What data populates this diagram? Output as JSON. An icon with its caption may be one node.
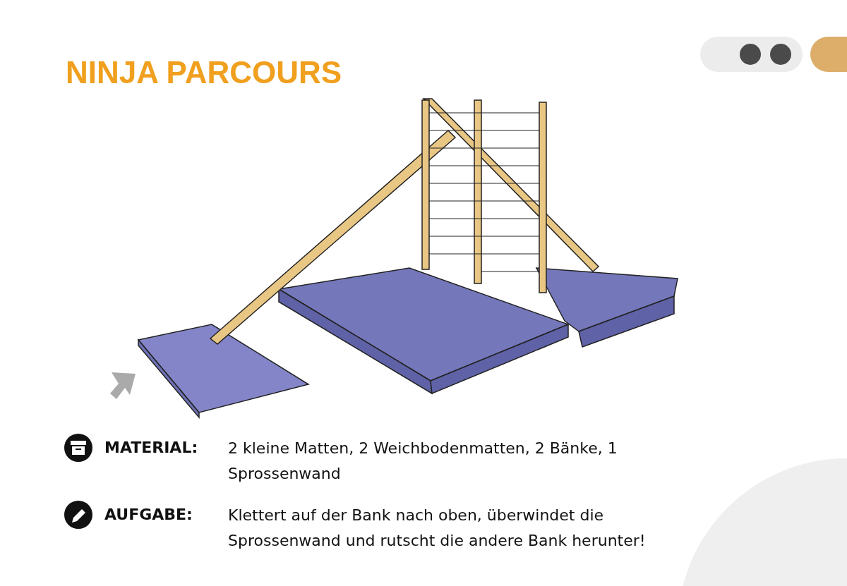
{
  "diagram": {
    "title": "NINJA PARCOURS",
    "labels": [
      "MATERIAL:",
      "2 kleine Matten, 2 Weichbodenmatten, 2 Bänke, 1 Sprossenwand",
      "AUFGABE:",
      "Klettert auf der Bank nach oben, überwindet die Sprossenwand und rutscht die andere Bank herunter!"
    ]
  }
}
